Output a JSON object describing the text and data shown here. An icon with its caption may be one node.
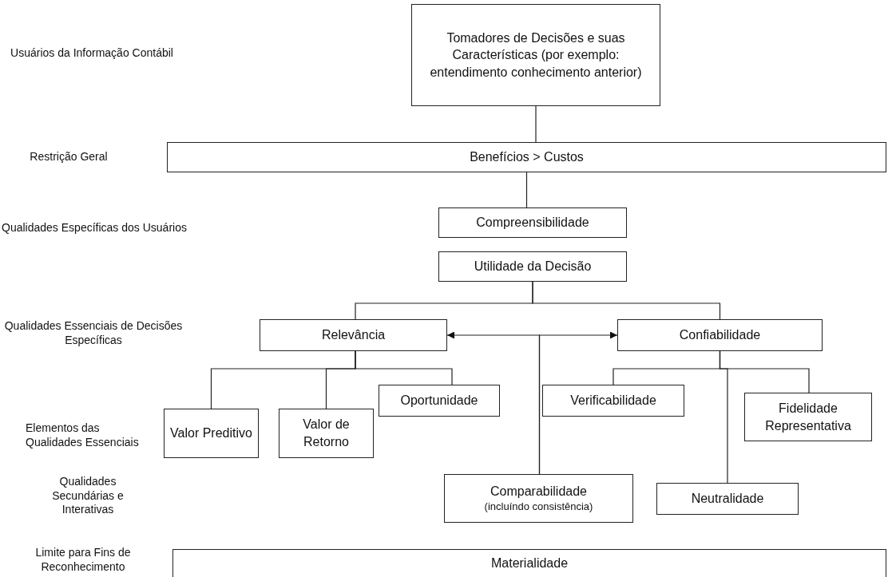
{
  "diagram": {
    "nodes": [
      {
        "text": [
          "Tomadores de Decisões e suas Características (por exemplo: entendimento conhecimento anterior)"
        ]
      },
      {
        "text": [
          "Benefícios > Custos"
        ]
      },
      {
        "text": [
          "Compreensibilidade"
        ]
      },
      {
        "text": [
          "Utilidade da Decisão"
        ]
      },
      {
        "text": [
          "Relevância"
        ]
      },
      {
        "text": [
          "Confiabilidade"
        ]
      },
      {
        "text": [
          "Valor Preditivo"
        ]
      },
      {
        "text": [
          "Valor de Retorno"
        ]
      },
      {
        "text": [
          "Oportunidade"
        ]
      },
      {
        "text": [
          "Verificabilidade"
        ]
      },
      {
        "text": [
          "Fidelidade Representativa"
        ]
      },
      {
        "text": [
          "Comparabilidade",
          "(incluíndo consistência)"
        ]
      },
      {
        "text": [
          "Neutralidade"
        ]
      },
      {
        "text": [
          "Materialidade"
        ]
      }
    ],
    "edges": [
      {
        "from": 0,
        "to": 1,
        "arrow": "none"
      },
      {
        "from": 1,
        "to": 2,
        "arrow": "none"
      },
      {
        "from": 3,
        "to": 4,
        "arrow": "none"
      },
      {
        "from": 3,
        "to": 5,
        "arrow": "none"
      },
      {
        "from": 11,
        "to": 4,
        "arrow": "to"
      },
      {
        "from": 11,
        "to": 5,
        "arrow": "to"
      },
      {
        "from": 4,
        "to": 6,
        "arrow": "none"
      },
      {
        "from": 4,
        "to": 7,
        "arrow": "none"
      },
      {
        "from": 4,
        "to": 8,
        "arrow": "none"
      },
      {
        "from": 5,
        "to": 9,
        "arrow": "none"
      },
      {
        "from": 5,
        "to": 12,
        "arrow": "none"
      },
      {
        "from": 5,
        "to": 10,
        "arrow": "none"
      }
    ],
    "labels": [
      "Usuários da Informação Contábil",
      "Restrição Geral",
      "Qualidades Específicas dos Usuários",
      "Qualidades Essenciais de Decisões Específicas",
      "Elementos das Qualidades Essenciais",
      "Qualidades Secundárias e Interativas",
      "Limite para Fins de Reconhecimento"
    ]
  }
}
